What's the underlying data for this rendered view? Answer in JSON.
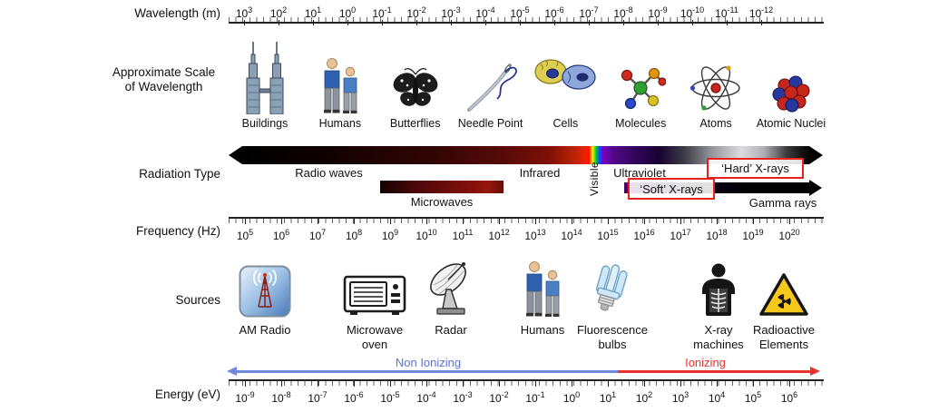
{
  "row_labels": {
    "wavelength": "Wavelength (m)",
    "scale_line1": "Approximate Scale",
    "scale_line2": "of Wavelength",
    "radiation": "Radiation Type",
    "frequency": "Frequency (Hz)",
    "sources": "Sources",
    "energy": "Energy (eV)"
  },
  "wavelength_ticks": [
    {
      "b": "10",
      "e": "3"
    },
    {
      "b": "10",
      "e": "2"
    },
    {
      "b": "10",
      "e": "1"
    },
    {
      "b": "10",
      "e": "0"
    },
    {
      "b": "10",
      "e": "-1"
    },
    {
      "b": "10",
      "e": "-2"
    },
    {
      "b": "10",
      "e": "-3"
    },
    {
      "b": "10",
      "e": "-4"
    },
    {
      "b": "10",
      "e": "-5"
    },
    {
      "b": "10",
      "e": "-6"
    },
    {
      "b": "10",
      "e": "-7"
    },
    {
      "b": "10",
      "e": "-8"
    },
    {
      "b": "10",
      "e": "-9"
    },
    {
      "b": "10",
      "e": "-10"
    },
    {
      "b": "10",
      "e": "-11"
    },
    {
      "b": "10",
      "e": "-12"
    }
  ],
  "frequency_ticks": [
    {
      "b": "10",
      "e": "5"
    },
    {
      "b": "10",
      "e": "6"
    },
    {
      "b": "10",
      "e": "7"
    },
    {
      "b": "10",
      "e": "8"
    },
    {
      "b": "10",
      "e": "9"
    },
    {
      "b": "10",
      "e": "10"
    },
    {
      "b": "10",
      "e": "11"
    },
    {
      "b": "10",
      "e": "12"
    },
    {
      "b": "10",
      "e": "13"
    },
    {
      "b": "10",
      "e": "14"
    },
    {
      "b": "10",
      "e": "15"
    },
    {
      "b": "10",
      "e": "16"
    },
    {
      "b": "10",
      "e": "17"
    },
    {
      "b": "10",
      "e": "18"
    },
    {
      "b": "10",
      "e": "19"
    },
    {
      "b": "10",
      "e": "20"
    }
  ],
  "energy_ticks": [
    {
      "b": "10",
      "e": "-9"
    },
    {
      "b": "10",
      "e": "-8"
    },
    {
      "b": "10",
      "e": "-7"
    },
    {
      "b": "10",
      "e": "-6"
    },
    {
      "b": "10",
      "e": "-5"
    },
    {
      "b": "10",
      "e": "-4"
    },
    {
      "b": "10",
      "e": "-3"
    },
    {
      "b": "10",
      "e": "-2"
    },
    {
      "b": "10",
      "e": "-1"
    },
    {
      "b": "10",
      "e": "0"
    },
    {
      "b": "10",
      "e": "1"
    },
    {
      "b": "10",
      "e": "2"
    },
    {
      "b": "10",
      "e": "3"
    },
    {
      "b": "10",
      "e": "4"
    },
    {
      "b": "10",
      "e": "5"
    },
    {
      "b": "10",
      "e": "6"
    }
  ],
  "scale_items": [
    {
      "label": "Buildings",
      "icon": "buildings-icon"
    },
    {
      "label": "Humans",
      "icon": "humans-icon"
    },
    {
      "label": "Butterflies",
      "icon": "butterflies-icon"
    },
    {
      "label": "Needle Point",
      "icon": "needle-point-icon"
    },
    {
      "label": "Cells",
      "icon": "cells-icon"
    },
    {
      "label": "Molecules",
      "icon": "molecules-icon"
    },
    {
      "label": "Atoms",
      "icon": "atoms-icon"
    },
    {
      "label": "Atomic Nuclei",
      "icon": "atomic-nuclei-icon"
    }
  ],
  "radiation": {
    "radio_waves": "Radio waves",
    "microwaves": "Microwaves",
    "infrared": "Infrared",
    "visible": "Visible",
    "ultraviolet": "Ultraviolet",
    "soft_xrays": "‘Soft’ X-rays",
    "hard_xrays": "‘Hard’ X-rays",
    "gamma_rays": "Gamma rays",
    "highlight_box_color": "#e8211d"
  },
  "sources": [
    {
      "l1": "AM Radio",
      "l2": "",
      "icon": "am-radio-icon"
    },
    {
      "l1": "Microwave",
      "l2": "oven",
      "icon": "microwave-oven-icon"
    },
    {
      "l1": "Radar",
      "l2": "",
      "icon": "radar-icon"
    },
    {
      "l1": "Humans",
      "l2": "",
      "icon": "humans-icon"
    },
    {
      "l1": "Fluorescence",
      "l2": "bulbs",
      "icon": "fluorescence-bulb-icon"
    },
    {
      "l1": "X-ray",
      "l2": "machines",
      "icon": "x-ray-machine-icon"
    },
    {
      "l1": "Radioactive",
      "l2": "Elements",
      "icon": "radioactive-icon"
    }
  ],
  "ionization": {
    "non_ionizing_label": "Non Ionizing",
    "ionizing_label": "Ionizing",
    "non_ionizing_color": "#7287de",
    "ionizing_color": "#e6332e"
  }
}
